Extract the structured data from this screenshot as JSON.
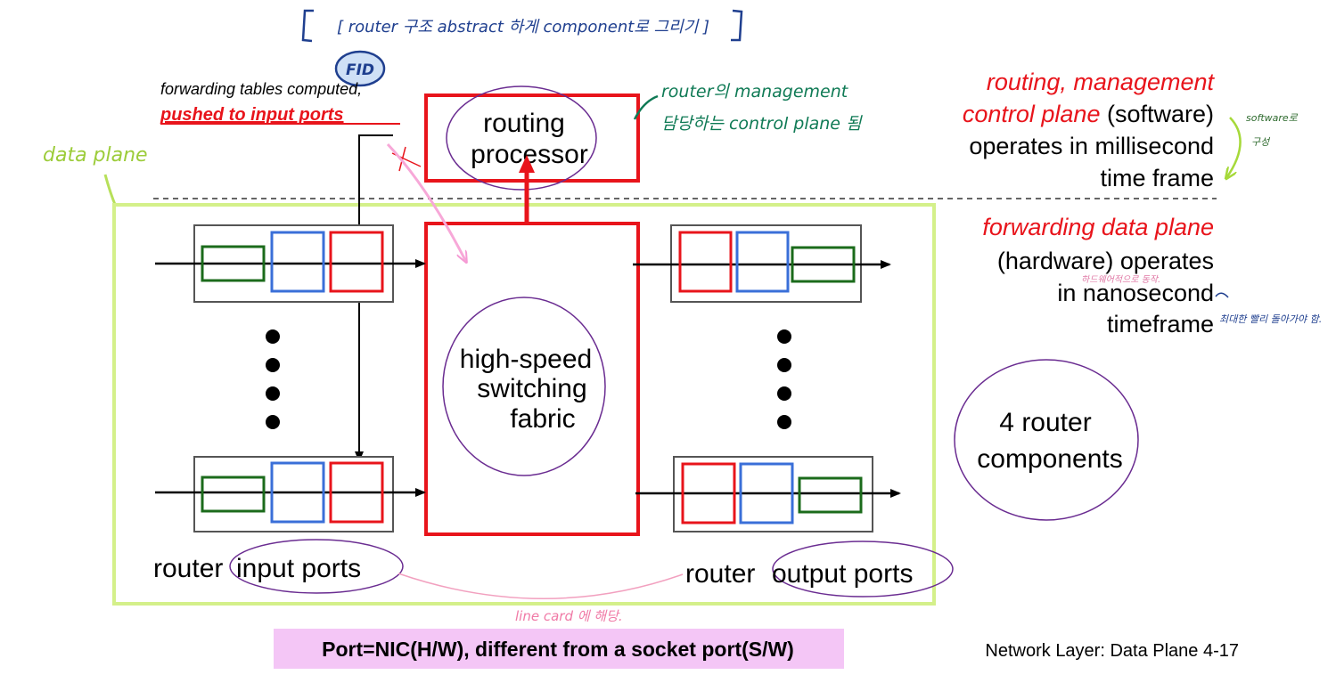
{
  "annotations": {
    "top_bracket_note": "[ router 구조 abstract 하게 component로 그리기 ]",
    "fib_label": "FID",
    "data_plane_label": "data plane",
    "control_note_line1": "router의 management",
    "control_note_line2": "담당하는 control plane 됨",
    "software_note_line1": "software로",
    "software_note_line2": "구성",
    "hardware_note": "하드웨어적으로 동작.",
    "timeframe_note": "최대한 빨리 돌아가야 함.",
    "line_card_note": "line card 에 해당."
  },
  "diagram": {
    "forwarding_tables_text": "forwarding tables computed,",
    "pushed_text": "pushed to input ports",
    "routing_processor_line1": "routing",
    "routing_processor_line2": "processor",
    "fabric_line1": "high-speed",
    "fabric_line2": "switching",
    "fabric_line3": "fabric",
    "four_components_line1": "4 router",
    "four_components_line2": "components",
    "input_ports_prefix": "router",
    "input_ports_circled": "input ports",
    "output_ports_prefix": "router",
    "output_ports_circled": "output ports"
  },
  "right_text": {
    "control_line1": "routing, management",
    "control_line2_em": "control plane",
    "control_line2_rest": " (software)",
    "control_line3": "operates in millisecond",
    "control_line4": "time frame",
    "data_line1": "forwarding data plane",
    "data_line2": "(hardware) operates",
    "data_line3": "in nanosecond",
    "data_line4": "timeframe"
  },
  "footer": {
    "highlight_note": "Port=NIC(H/W), different from a socket port(S/W)",
    "slide_label": "Network Layer: Data Plane  4-17"
  },
  "colors": {
    "red": "#e8141b",
    "green_box": "#1b6b1b",
    "blue_box": "#3a6fd8",
    "lime": "#cdef80",
    "purple": "#6a2c91",
    "pink": "#f7a8d8",
    "handwriting_blue": "#1f3f8f",
    "handwriting_green": "#0f7a55",
    "highlight_bg": "#f4c6f6"
  }
}
